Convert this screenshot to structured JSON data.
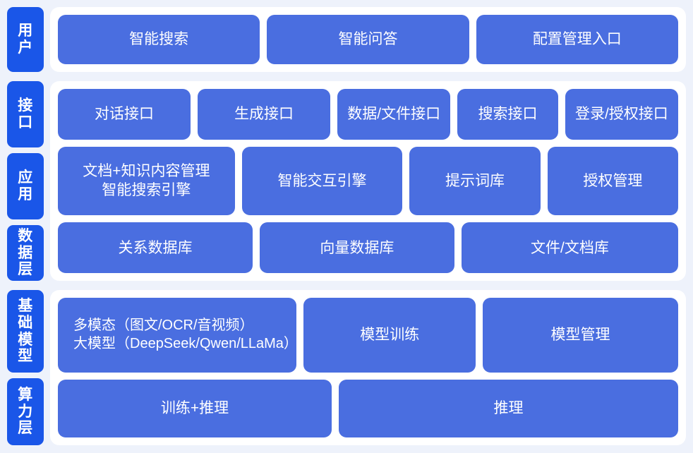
{
  "diagram": {
    "colors": {
      "background": "#eef2fb",
      "panel": "#ffffff",
      "layer_label": "#1a56e8",
      "card": "#4a6ee0",
      "card_text": "#ffffff"
    }
  },
  "layers": {
    "user": {
      "label_chars": [
        "用",
        "户"
      ]
    },
    "api": {
      "label_chars": [
        "接",
        "口"
      ]
    },
    "app": {
      "label_chars": [
        "应",
        "用"
      ]
    },
    "data": {
      "label_chars": [
        "数",
        "据",
        "层"
      ]
    },
    "model": {
      "label_chars": [
        "基",
        "础",
        "模",
        "型"
      ]
    },
    "compute": {
      "label_chars": [
        "算",
        "力",
        "层"
      ]
    }
  },
  "rows": {
    "user": [
      {
        "label": "智能搜索"
      },
      {
        "label": "智能问答"
      },
      {
        "label": "配置管理入口"
      }
    ],
    "api": [
      {
        "label": "对话接口"
      },
      {
        "label": "生成接口"
      },
      {
        "label": "数据/文件接口"
      },
      {
        "label": "搜索接口"
      },
      {
        "label": "登录/授权接口"
      }
    ],
    "app": [
      {
        "line1": "文档+知识内容管理",
        "line2": "智能搜索引擎"
      },
      {
        "label": "智能交互引擎"
      },
      {
        "label": "提示词库"
      },
      {
        "label": "授权管理"
      }
    ],
    "data": [
      {
        "label": "关系数据库"
      },
      {
        "label": "向量数据库"
      },
      {
        "label": "文件/文档库"
      }
    ],
    "model": [
      {
        "line1": "多模态（图文/OCR/音视频）",
        "line2": "大模型（DeepSeek/Qwen/LLaMa）"
      },
      {
        "label": "模型训练"
      },
      {
        "label": "模型管理"
      }
    ],
    "compute": [
      {
        "label": "训练+推理"
      },
      {
        "label": "推理"
      }
    ]
  }
}
